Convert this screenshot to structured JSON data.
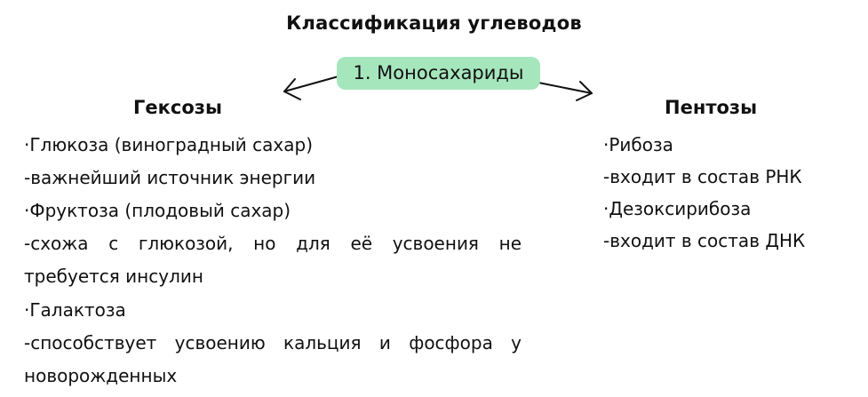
{
  "title": "Классификация углеводов",
  "center_label": "1. Моносахариды",
  "colors": {
    "pill_bg": "#a6e6bd",
    "text": "#111111"
  },
  "hexoses": {
    "heading": "Гексозы",
    "items": [
      "·Глюкоза (виноградный сахар)",
      "-важнейший источник энергии",
      "·Фруктоза (плодовый сахар)",
      "-схожа с глюкозой, но для её усвоения не требуется инсулин",
      "·Галактоза",
      "-способствует усвоению кальция и фосфора у новорожденных"
    ]
  },
  "pentoses": {
    "heading": "Пентозы",
    "items": [
      "·Рибоза",
      "-входит в состав РНК",
      "·Дезоксирибоза",
      "-входит в состав ДНК"
    ]
  }
}
